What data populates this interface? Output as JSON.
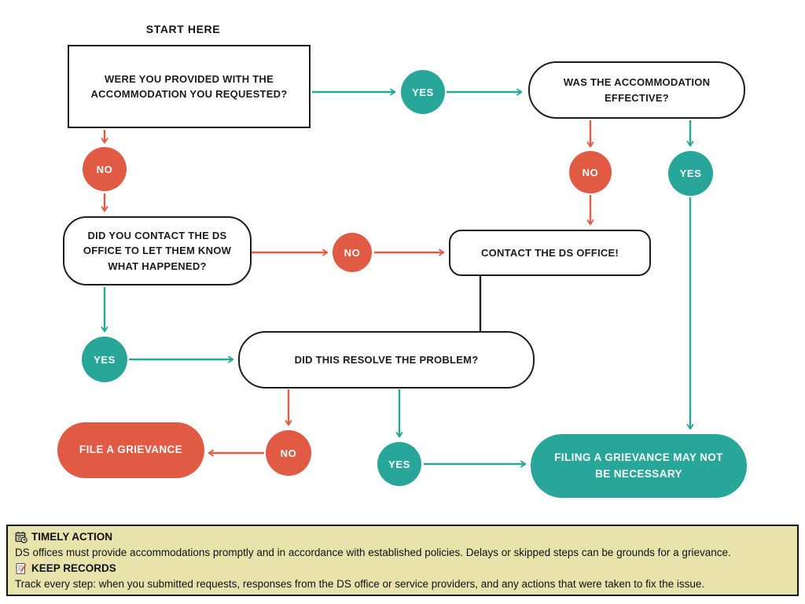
{
  "palette": {
    "teal": "#27a699",
    "red": "#e05a44",
    "ink": "#1d1d1d",
    "note-bg": "#e7e3ab"
  },
  "flowchart": {
    "start_label": "START HERE",
    "labels": {
      "yes": "YES",
      "no": "NO"
    },
    "nodes": {
      "q1": {
        "label": "WERE YOU PROVIDED WITH THE ACCOMMODATION YOU REQUESTED?"
      },
      "q2": {
        "label": "WAS THE ACCOMMODATION EFFECTIVE?"
      },
      "q3": {
        "label": "DID YOU CONTACT THE DS OFFICE TO LET THEM KNOW WHAT HAPPENED?"
      },
      "a1": {
        "label": "CONTACT THE DS OFFICE!"
      },
      "q4": {
        "label": "DID THIS RESOLVE THE PROBLEM?"
      },
      "file_grievance": {
        "label": "FILE A GRIEVANCE"
      },
      "no_grievance": {
        "label": "FILING A GRIEVANCE MAY NOT BE NECESSARY"
      }
    }
  },
  "notes": {
    "items": [
      {
        "icon": "calendar-clock-icon",
        "title": "TIMELY ACTION",
        "body": "DS offices must provide accommodations promptly and in accordance with established policies. Delays or skipped steps can be grounds for a grievance."
      },
      {
        "icon": "memo-pencil-icon",
        "title": "KEEP RECORDS",
        "body": "Track every step: when you submitted requests, responses from the DS office or service providers, and any actions that were taken to fix the issue."
      }
    ]
  }
}
